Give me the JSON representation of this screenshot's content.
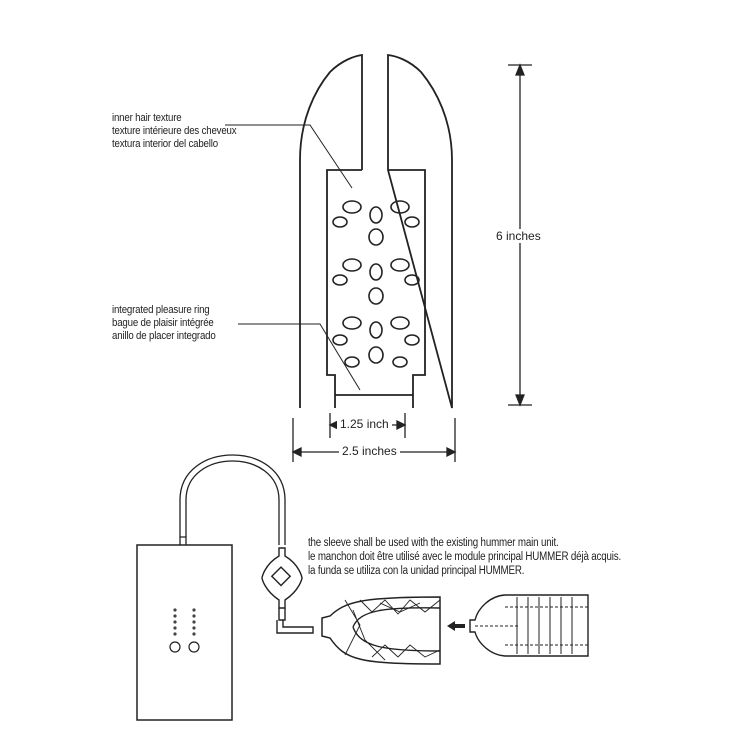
{
  "callouts": {
    "inner_hair": [
      "inner hair texture",
      "texture intérieure des cheveux",
      "textura interior del cabello"
    ],
    "pleasure_ring": [
      "integrated pleasure ring",
      "bague de plaisir intégrée",
      "anillo de placer integrado"
    ]
  },
  "dimensions": {
    "height": "6 inches",
    "inner_width": "1.25 inch",
    "outer_width": "2.5 inches"
  },
  "note": [
    "the sleeve shall be used with the existing hummer main unit.",
    "le manchon doit être utilisé avec le module principal HUMMER déjà acquis.",
    "la funda se utiliza con la unidad principal HUMMER."
  ],
  "colors": {
    "line": "#222222",
    "background": "#ffffff"
  }
}
